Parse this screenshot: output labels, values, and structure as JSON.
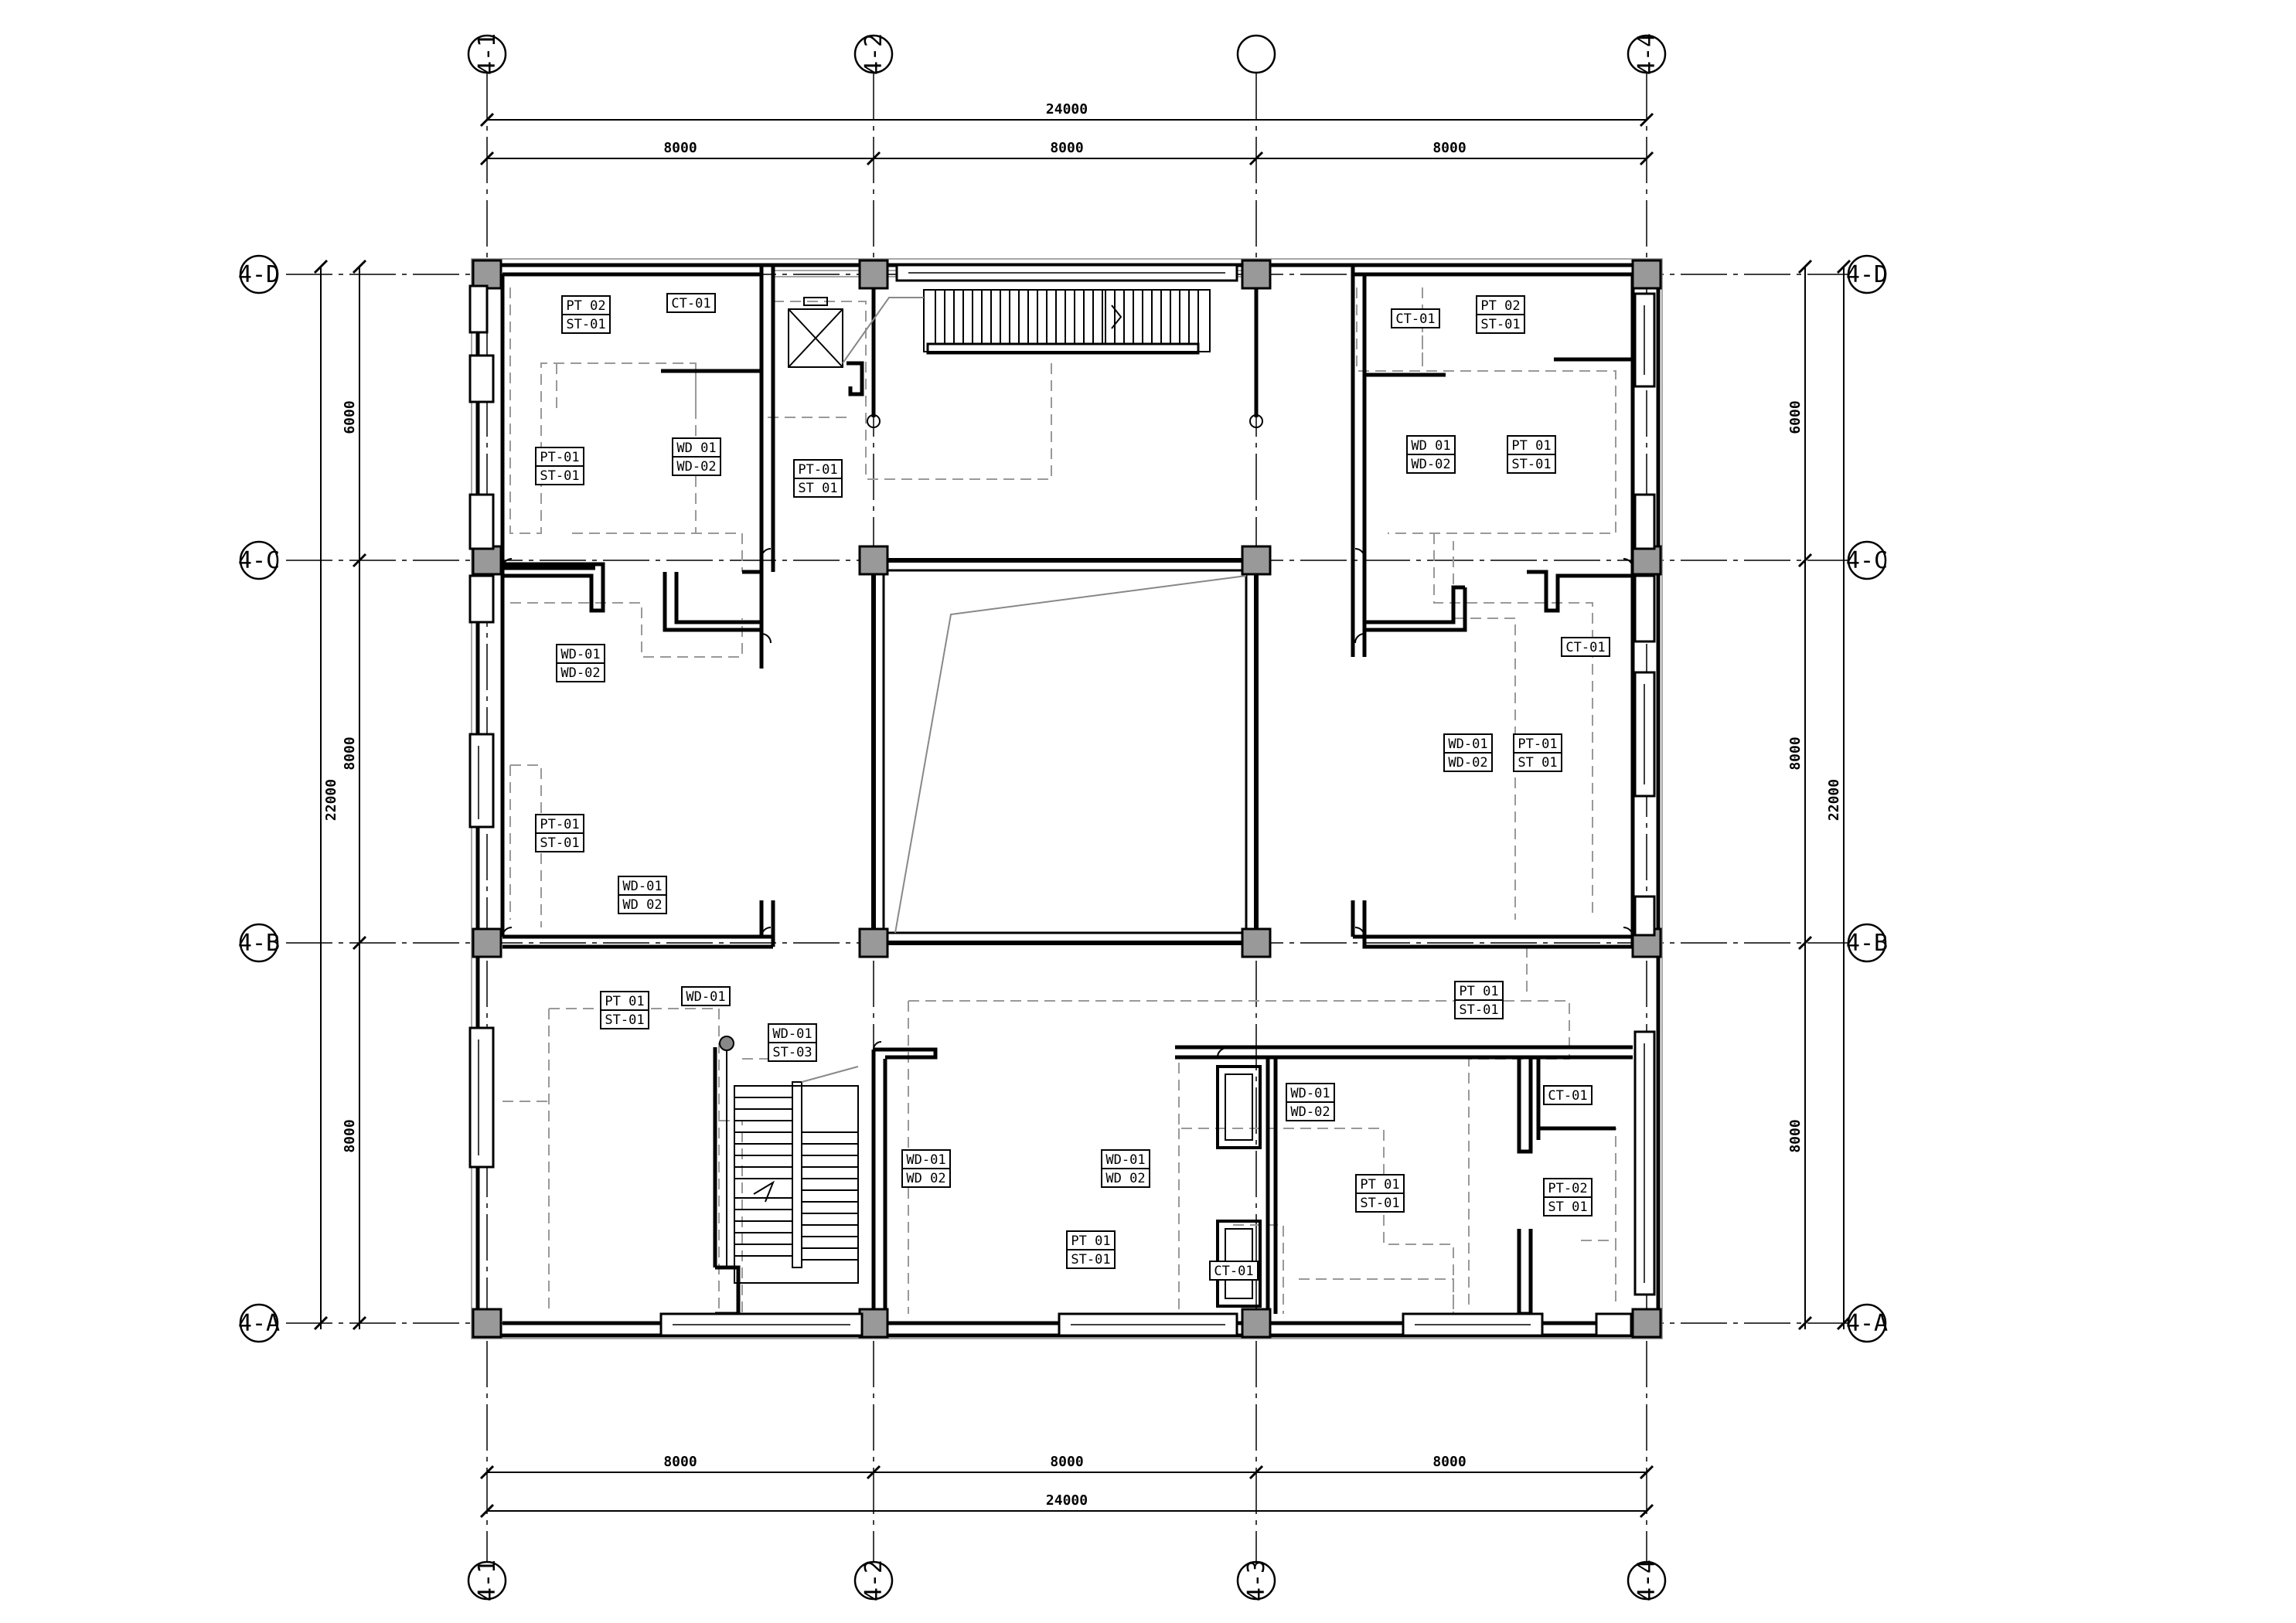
{
  "grid": {
    "cols": [
      {
        "label": "4-1",
        "top_label": "4-1",
        "bottom_label": "4-1"
      },
      {
        "label": "4-2",
        "top_label": "4-2",
        "bottom_label": "4-2"
      },
      {
        "label": "4-3",
        "top_label": "",
        "bottom_label": "4-3"
      },
      {
        "label": "4-4",
        "top_label": "4-4",
        "bottom_label": "4-4"
      }
    ],
    "rows": [
      "4-D",
      "4-C",
      "4-B",
      "4-A"
    ]
  },
  "dimensions": {
    "top_total": "24000",
    "top_spans": [
      "8000",
      "8000",
      "8000"
    ],
    "bottom_spans": [
      "8000",
      "8000",
      "8000"
    ],
    "bottom_total": "24000",
    "left_total": "22000",
    "left_upper": "6000",
    "left_middle": "8000",
    "left_lower": "8000",
    "right_total": "22000",
    "right_upper": "6000",
    "right_middle": "8000",
    "right_lower": "8000"
  },
  "tags": [
    {
      "id": "t1",
      "lines": [
        "PT 02",
        "ST-01"
      ]
    },
    {
      "id": "t2",
      "lines": [
        "CT-01"
      ]
    },
    {
      "id": "t3",
      "lines": [
        "PT-01",
        "ST-01"
      ]
    },
    {
      "id": "t4",
      "lines": [
        "WD 01",
        "WD-02"
      ]
    },
    {
      "id": "t5",
      "lines": [
        "PT-01",
        "ST 01"
      ]
    },
    {
      "id": "t6",
      "lines": [
        "WD-01",
        "WD-02"
      ]
    },
    {
      "id": "t7",
      "lines": [
        "PT-01",
        "ST-01"
      ]
    },
    {
      "id": "t8",
      "lines": [
        "WD-01",
        "WD 02"
      ]
    },
    {
      "id": "t9",
      "lines": [
        "CT-01"
      ]
    },
    {
      "id": "t10",
      "lines": [
        "PT 02",
        "ST-01"
      ]
    },
    {
      "id": "t11",
      "lines": [
        "WD 01",
        "WD-02"
      ]
    },
    {
      "id": "t12",
      "lines": [
        "PT 01",
        "ST-01"
      ]
    },
    {
      "id": "t13",
      "lines": [
        "CT-01"
      ]
    },
    {
      "id": "t14",
      "lines": [
        "WD-01",
        "WD-02"
      ]
    },
    {
      "id": "t15",
      "lines": [
        "PT-01",
        "ST 01"
      ]
    },
    {
      "id": "t16",
      "lines": [
        "PT 01",
        "ST-01"
      ]
    },
    {
      "id": "t17",
      "lines": [
        "PT 01",
        "ST-01"
      ]
    },
    {
      "id": "t18",
      "lines": [
        "WD-01"
      ]
    },
    {
      "id": "t19",
      "lines": [
        "WD-01",
        "ST-03"
      ]
    },
    {
      "id": "t20",
      "lines": [
        "WD-01",
        "WD 02"
      ]
    },
    {
      "id": "t21",
      "lines": [
        "WD-01",
        "WD 02"
      ]
    },
    {
      "id": "t22",
      "lines": [
        "PT 01",
        "ST-01"
      ]
    },
    {
      "id": "t23",
      "lines": [
        "WD-01",
        "WD-02"
      ]
    },
    {
      "id": "t24",
      "lines": [
        "PT 01",
        "ST-01"
      ]
    },
    {
      "id": "t25",
      "lines": [
        "CT-01"
      ]
    },
    {
      "id": "t26",
      "lines": [
        "PT-02",
        "ST 01"
      ]
    },
    {
      "id": "t27",
      "lines": [
        "CT-01"
      ]
    }
  ]
}
